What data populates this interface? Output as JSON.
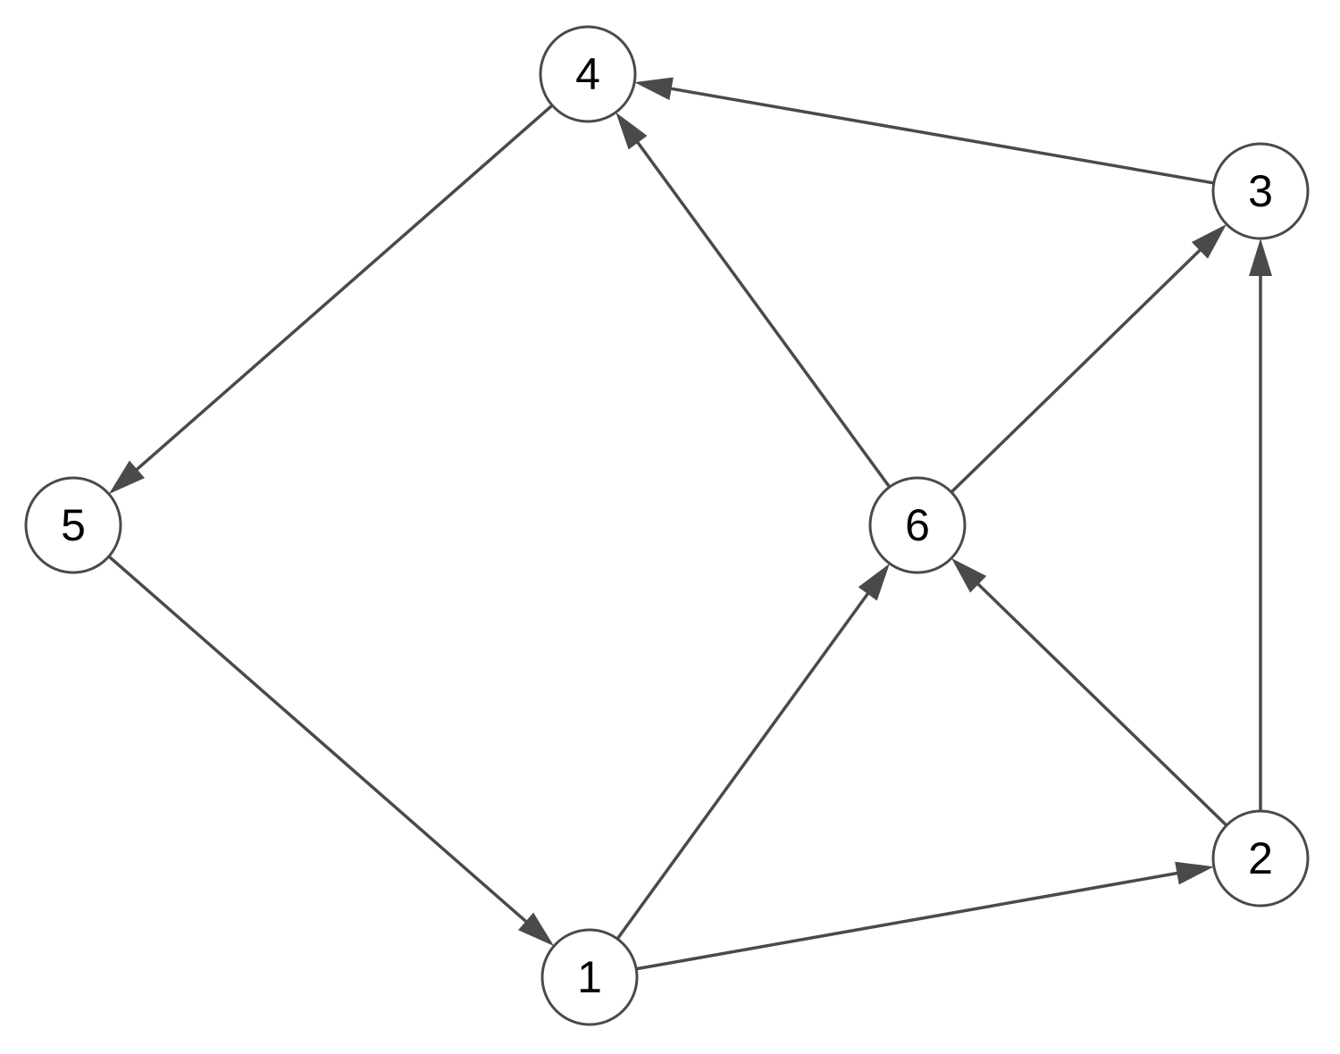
{
  "graph": {
    "directed": true,
    "nodes": [
      {
        "id": "1",
        "label": "1"
      },
      {
        "id": "2",
        "label": "2"
      },
      {
        "id": "3",
        "label": "3"
      },
      {
        "id": "4",
        "label": "4"
      },
      {
        "id": "5",
        "label": "5"
      },
      {
        "id": "6",
        "label": "6"
      }
    ],
    "edges": [
      {
        "from": "3",
        "to": "4"
      },
      {
        "from": "4",
        "to": "5"
      },
      {
        "from": "6",
        "to": "4"
      },
      {
        "from": "6",
        "to": "3"
      },
      {
        "from": "2",
        "to": "3"
      },
      {
        "from": "5",
        "to": "1"
      },
      {
        "from": "1",
        "to": "6"
      },
      {
        "from": "2",
        "to": "6"
      },
      {
        "from": "1",
        "to": "2"
      }
    ]
  },
  "colors": {
    "edge": "#4a4a4a",
    "node_border": "#4a4a4a",
    "node_fill": "#ffffff",
    "label": "#000000"
  }
}
